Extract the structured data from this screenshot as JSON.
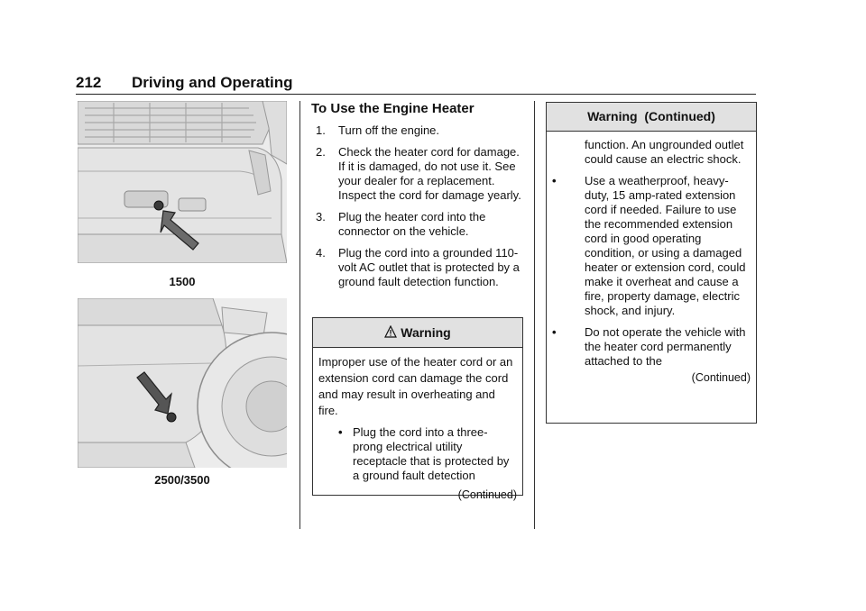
{
  "header": {
    "page_number": "212",
    "section_title": "Driving and Operating"
  },
  "figures": {
    "caption_top": "1500",
    "caption_bottom": "2500/3500"
  },
  "engine_heater": {
    "title": "To Use the Engine Heater",
    "steps": [
      {
        "num": "1.",
        "text": "Turn off the engine."
      },
      {
        "num": "2.",
        "text": "Check the heater cord for damage. If it is damaged, do not use it. See your dealer for a replacement. Inspect the cord for damage yearly."
      },
      {
        "num": "3.",
        "text": "Plug the heater cord into the connector on the vehicle."
      },
      {
        "num": "4.",
        "text": "Plug the cord into a grounded 110-volt AC outlet that is protected by a ground fault detection function."
      }
    ]
  },
  "warning1": {
    "icon_name": "warning-triangle-icon",
    "heading": "Warning",
    "intro": "Improper use of the heater cord or an extension cord can damage the cord and may result in overheating and fire.",
    "bullet_symbol": "•",
    "bullet1": "Plug the cord into a three-prong electrical utility receptacle that is protected by a ground fault detection",
    "continued": "(Continued)"
  },
  "warning2": {
    "heading": "Warning  (Continued)",
    "fragment": "function. An ungrounded outlet could cause an electric shock.",
    "bullet_symbol": "•",
    "bullet1": "Use a weatherproof, heavy-duty, 15 amp-rated extension cord if needed. Failure to use the recommended extension cord in good operating condition, or using a damaged heater or extension cord, could make it overheat and cause a fire, property damage, electric shock, and injury.",
    "bullet2": "Do not operate the vehicle with the heater cord permanently attached to the",
    "continued": "(Continued)"
  }
}
